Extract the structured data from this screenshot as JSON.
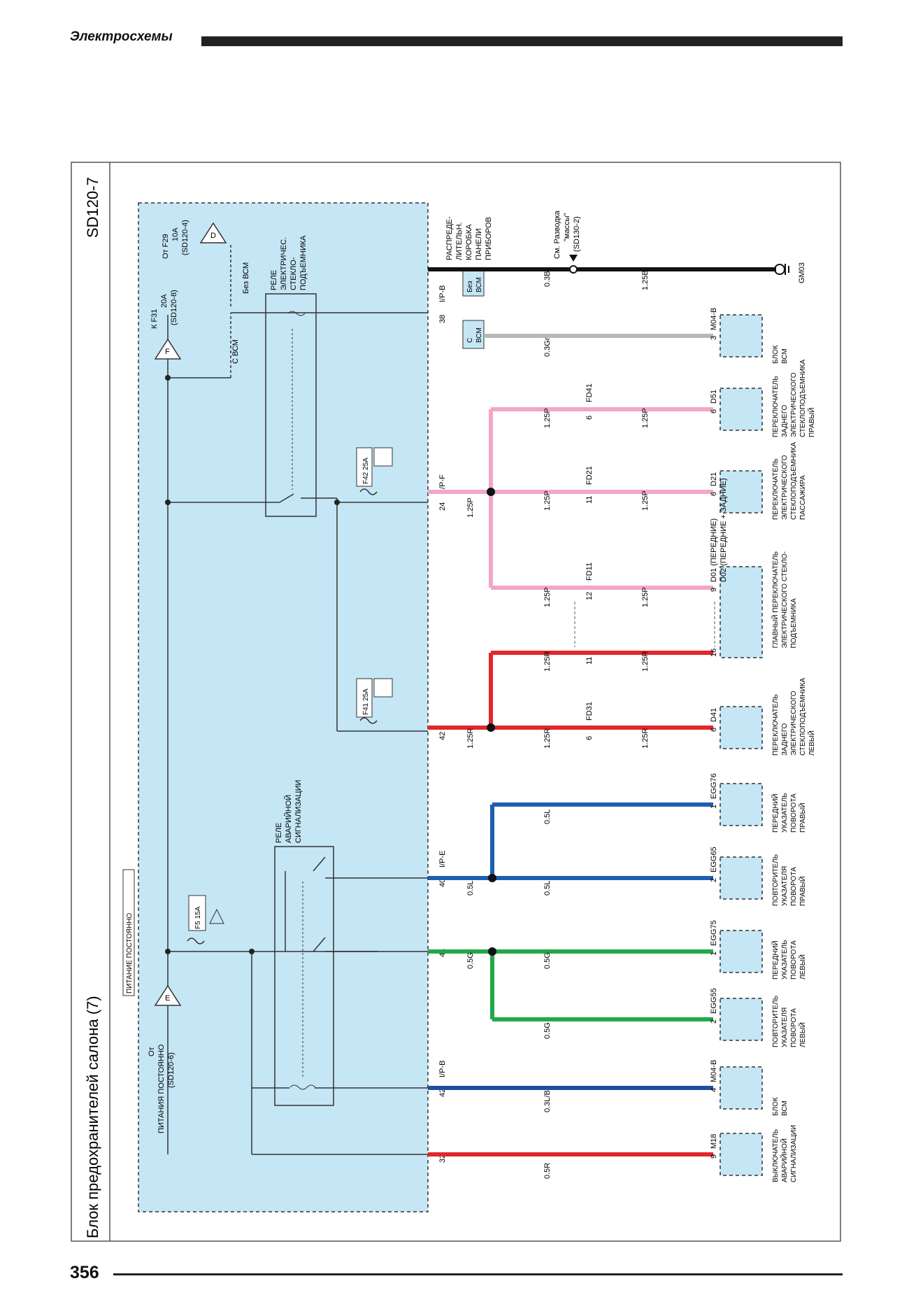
{
  "header": {
    "section": "Электросхемы"
  },
  "footer": {
    "page": "356"
  },
  "diagram": {
    "title": "Блок предохранителей салона (7)",
    "code": "SD120-7",
    "perm_power": "ПИТАНИЕ ПОСТОЯННО",
    "src_e": [
      "От",
      "ПИТАНИЯ ПОСТОЯННО",
      "(SD120-6)"
    ],
    "src_f": [
      "К F31",
      "20A",
      "(SD120-8)"
    ],
    "src_d": [
      "От F29",
      "10A",
      "(SD120-4)"
    ],
    "fuse_hazard": "F5 15A",
    "fuse_rear": "F41 25A",
    "fuse_front": "F42 25A",
    "relay_hazard": [
      "РЕЛЕ",
      "АВАРИЙНОЙ",
      "СИГНАЛИЗАЦИИ"
    ],
    "relay_window": [
      "РЕЛЕ",
      "ЭЛЕКТРИЧЕС.",
      "СТЕКЛО-",
      "ПОДЪЕМНИКА"
    ],
    "with_bcm": "С ВСМ",
    "without_bcm": "Без ВСМ",
    "with_bcm2": [
      "С",
      "ВСМ"
    ],
    "without_bcm2": [
      "Без",
      "ВСМ"
    ],
    "junction_box": [
      "РАСПРЕДЕ-",
      "ЛИТЕЛЬН.",
      "КОРОБКА",
      "ПАНЕЛИ",
      "ПРИБОРОВ"
    ],
    "ground_ref": [
      "См. Разводка",
      "\"массы\"",
      "(SD130-2)"
    ],
    "ground_name": "GM03",
    "connectors": {
      "ipb_top": "I/P-B",
      "ipf": "I/P-F",
      "ipe": "I/P-E",
      "ipb_bottom": "I/P-B"
    },
    "pins": {
      "p38": "38",
      "p24": "24",
      "p42a": "42",
      "p40": "40",
      "p41": "41",
      "p42b": "42",
      "p32": "32"
    },
    "inline": {
      "fd41": "FD41",
      "fd41_pin": "6",
      "fd21": "FD21",
      "fd21_pin": "11",
      "fd11": "FD11",
      "fd11_pin": "12",
      "fd_r_pin": "11",
      "fd31": "FD31",
      "fd31_pin": "6"
    },
    "wires": {
      "w03b": "0.3B",
      "w125b": "1.25B",
      "w03gr": "0.3Gr",
      "w125p": "1.25P",
      "w125r": "1.25R",
      "w05l": "0.5L",
      "w05g": "0.5G",
      "w03lb": "0.3L/B",
      "w05r": "0.5R"
    },
    "components": [
      {
        "conn": "M04-B",
        "pin": "3",
        "lines": [
          "БЛОК",
          "ВСМ"
        ]
      },
      {
        "conn": "D51",
        "pin": "6",
        "lines": [
          "ПЕРЕКЛЮЧАТЕЛЬ",
          "ЗАДНЕГО",
          "ЭЛЕКТРИЧЕСКОГО",
          "СТЕКЛОПОДЪЕМНИКА",
          "ПРАВЫЙ"
        ]
      },
      {
        "conn": "D21",
        "pin": "6",
        "lines": [
          "ПЕРЕКЛЮЧАТЕЛЬ",
          "ЭЛЕКТРИЧЕСКОГО",
          "СТЕКЛОПОДЪЕМНИКА",
          "ПАССАЖИРА"
        ]
      },
      {
        "conn": "D01 (ПЕРЕДНИЕ)",
        "conn2": "D02 (ПЕРЕДНИЕ + ЗАДНИЕ)",
        "pin": "9",
        "pin2": "16",
        "lines": [
          "ГЛАВНЫЙ ПЕРЕКЛЮЧАТЕЛЬ",
          "ЭЛЕКТРИЧЕСКОГО СТЕКЛО-",
          "ПОДЪЕМНИКА"
        ]
      },
      {
        "conn": "D41",
        "pin": "6",
        "lines": [
          "ПЕРЕКЛЮЧАТЕЛЬ",
          "ЗАДНЕГО",
          "ЭЛЕКТРИЧЕСКОГО",
          "СТЕКЛОПОДЪЕМНИКА",
          "ЛЕВЫЙ"
        ]
      },
      {
        "conn": "EGG76",
        "pin": "1",
        "lines": [
          "ПЕРЕДНИЙ",
          "УКАЗАТЕЛЬ",
          "ПОВОРОТА",
          "ПРАВЫЙ"
        ]
      },
      {
        "conn": "EGG65",
        "pin": "2",
        "lines": [
          "ПОВТОРИТЕЛЬ",
          "УКАЗАТЕЛЯ",
          "ПОВОРОТА",
          "ПРАВЫЙ"
        ]
      },
      {
        "conn": "EGG75",
        "pin": "1",
        "lines": [
          "ПЕРЕДНИЙ",
          "УКАЗАТЕЛЬ",
          "ПОВОРОТА",
          "ЛЕВЫЙ"
        ]
      },
      {
        "conn": "EGG55",
        "pin": "2",
        "lines": [
          "ПОВТОРИТЕЛЬ",
          "УКАЗАТЕЛЯ",
          "ПОВОРОТА",
          "ЛЕВЫЙ"
        ]
      },
      {
        "conn": "M04-B",
        "pin": "4",
        "lines": [
          "БЛОК",
          "ВСМ"
        ]
      },
      {
        "conn": "M18",
        "pin": "9",
        "lines": [
          "ВЫКЛЮЧАТЕЛЬ",
          "АВАРИЙНОЙ",
          "СИГНАЛИЗАЦИИ"
        ]
      }
    ]
  }
}
